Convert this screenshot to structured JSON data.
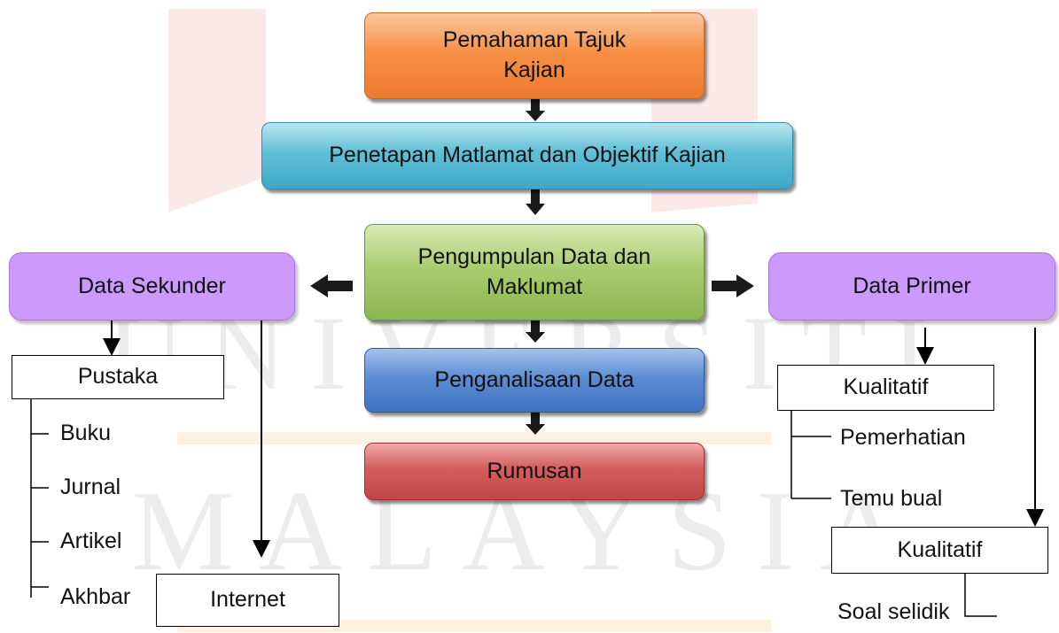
{
  "watermark": {
    "line1": "UNIVERSITI",
    "line2": "MALAYSIA"
  },
  "center": {
    "step1": "Pemahaman Tajuk Kajian",
    "step2": "Penetapan Matlamat dan Objektif Kajian",
    "step3": "Pengumpulan Data dan Maklumat",
    "step4": "Penganalisaan Data",
    "step5": "Rumusan"
  },
  "left": {
    "title": "Data Sekunder",
    "pustaka": "Pustaka",
    "items": [
      "Buku",
      "Jurnal",
      "Artikel",
      "Akhbar"
    ],
    "internet": "Internet"
  },
  "right": {
    "title": "Data Primer",
    "kualitatif1": "Kualitatif",
    "items": [
      "Pemerhatian",
      "Temu bual"
    ],
    "kualitatif2": "Kualitatif",
    "soal": "Soal selidik"
  }
}
